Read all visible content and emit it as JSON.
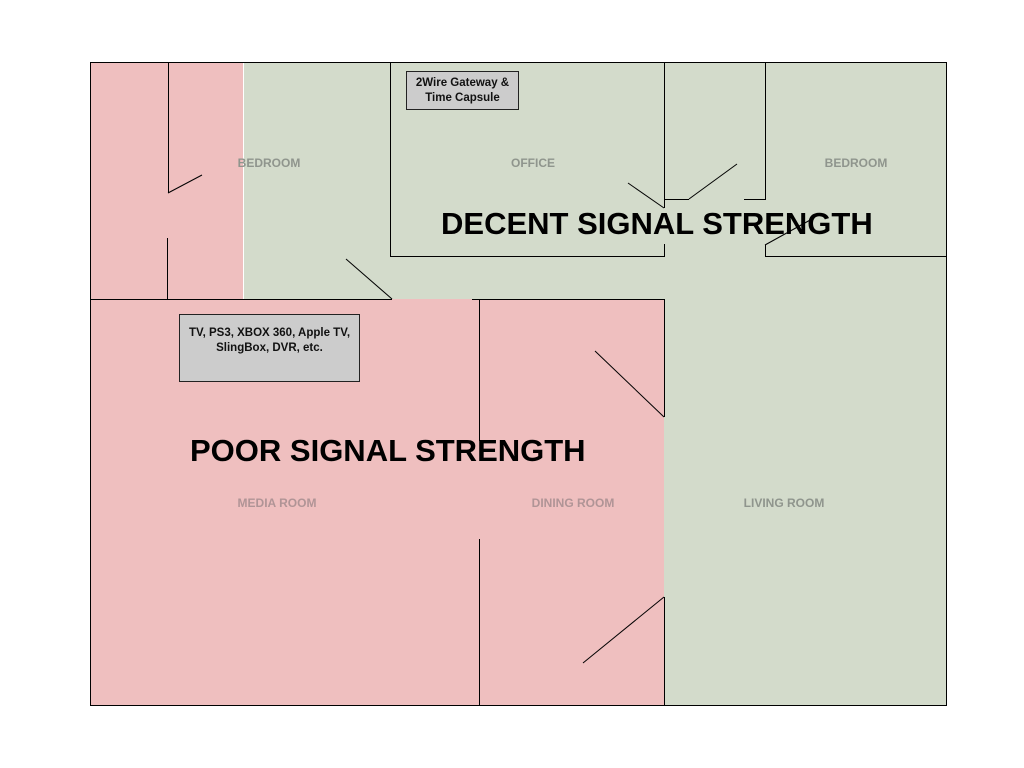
{
  "colors": {
    "poor_signal_fill": "#efbfbf",
    "decent_signal_fill": "#d3dbcb",
    "wall": "#000000",
    "device_fill": "#cccccc",
    "room_label_gray": "#8f958d"
  },
  "rooms": [
    {
      "id": "bedroom-left",
      "label": "BEDROOM"
    },
    {
      "id": "office",
      "label": "OFFICE"
    },
    {
      "id": "bedroom-right",
      "label": "BEDROOM"
    },
    {
      "id": "media-room",
      "label": "MEDIA ROOM"
    },
    {
      "id": "dining-room",
      "label": "DINING ROOM"
    },
    {
      "id": "living-room",
      "label": "LIVING ROOM"
    }
  ],
  "zones": {
    "decent": {
      "label": "DECENT SIGNAL STRENGTH"
    },
    "poor": {
      "label": "POOR SIGNAL STRENGTH"
    }
  },
  "devices": [
    {
      "id": "gateway",
      "line1": "2Wire Gateway &",
      "line2": "Time Capsule"
    },
    {
      "id": "media",
      "line1": "TV, PS3, XBOX 360, Apple TV,",
      "line2": "SlingBox, DVR, etc."
    }
  ]
}
